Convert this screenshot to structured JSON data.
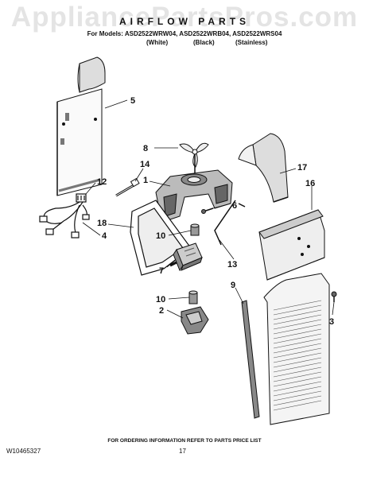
{
  "watermark": "AppliancePartsPros.com",
  "header": {
    "title": "AIRFLOW PARTS",
    "models": "For Models: ASD2522WRW04, ASD2522WRB04, ASD2522WRS04",
    "variants": [
      "(White)",
      "(Black)",
      "(Stainless)"
    ]
  },
  "callouts": [
    "5",
    "8",
    "14",
    "1",
    "17",
    "12",
    "16",
    "6",
    "18",
    "4",
    "10",
    "13",
    "7",
    "9",
    "10",
    "2",
    "3"
  ],
  "footer": {
    "ordering_info": "FOR ORDERING INFORMATION REFER TO PARTS PRICE LIST",
    "document_number": "W10465327",
    "page_number": "17"
  }
}
